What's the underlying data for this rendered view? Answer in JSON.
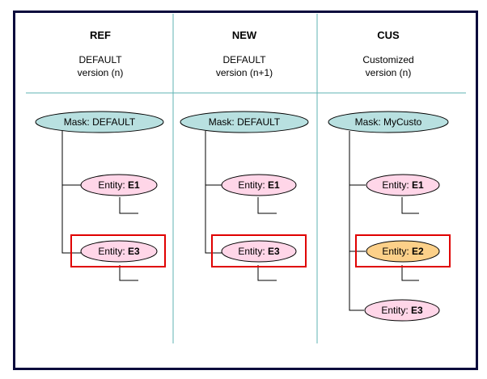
{
  "columns": [
    {
      "header": "REF",
      "subtitle_line1": "DEFAULT",
      "subtitle_line2": "version (n)",
      "mask_label": "Mask: DEFAULT",
      "entities": [
        {
          "prefix": "Entity: ",
          "name": "E1",
          "highlighted": false,
          "fill": "#ffd6e8"
        },
        {
          "prefix": "Entity: ",
          "name": "E3",
          "highlighted": true,
          "fill": "#ffd6e8"
        }
      ]
    },
    {
      "header": "NEW",
      "subtitle_line1": "DEFAULT",
      "subtitle_line2": "version (n+1)",
      "mask_label": "Mask: DEFAULT",
      "entities": [
        {
          "prefix": "Entity: ",
          "name": "E1",
          "highlighted": false,
          "fill": "#ffd6e8"
        },
        {
          "prefix": "Entity: ",
          "name": "E3",
          "highlighted": true,
          "fill": "#ffd6e8"
        }
      ]
    },
    {
      "header": "CUS",
      "subtitle_line1": "Customized",
      "subtitle_line2": "version (n)",
      "mask_label": "Mask: MyCusto",
      "entities": [
        {
          "prefix": "Entity: ",
          "name": "E1",
          "highlighted": false,
          "fill": "#ffd6e8"
        },
        {
          "prefix": "Entity: ",
          "name": "E2",
          "highlighted": true,
          "fill": "#fcd089"
        },
        {
          "prefix": "Entity: ",
          "name": "E3",
          "highlighted": false,
          "fill": "#ffd6e8"
        }
      ]
    }
  ],
  "colors": {
    "frame": "#0a0a3c",
    "divider": "#5fb3b3",
    "mask_fill": "#b8e0e0",
    "highlight_box": "#e00000"
  }
}
